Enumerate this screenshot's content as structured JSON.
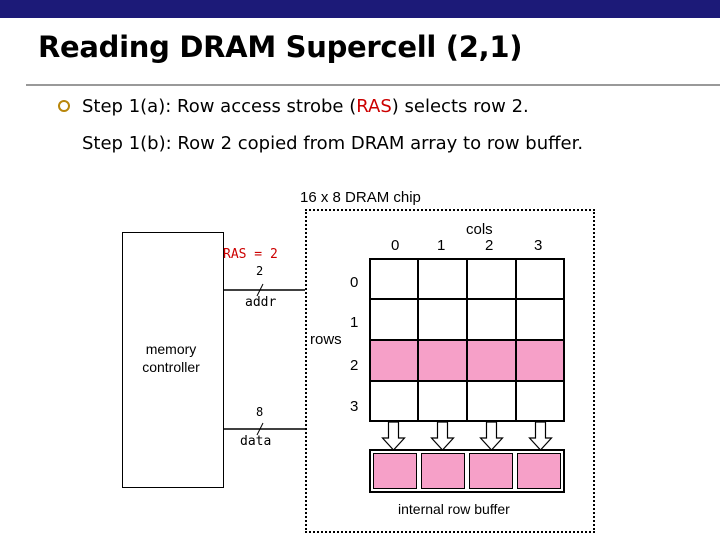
{
  "slide": {
    "title": "Reading DRAM Supercell (2,1)",
    "step1_pre": "Step 1(a): Row access strobe (",
    "step1_em": "RAS",
    "step1_post": ") selects row 2.",
    "step2": "Step 1(b): Row 2 copied from DRAM array to row buffer."
  },
  "colors": {
    "header_bar": "#1c1a78",
    "highlight": "#f6a0c8",
    "emphasis": "#cc0000",
    "bullet": "#b8860b"
  },
  "diagram": {
    "chip_label": "16 x 8 DRAM chip",
    "controller_label_line1": "memory",
    "controller_label_line2": "controller",
    "ras_label": "RAS = 2",
    "addr_width": "2",
    "addr_label": "addr",
    "data_width": "8",
    "data_label": "data",
    "cols_label": "cols",
    "rows_label": "rows",
    "col_indices": [
      "0",
      "1",
      "2",
      "3"
    ],
    "row_indices": [
      "0",
      "1",
      "2",
      "3"
    ],
    "selected_row": 2,
    "buffer_label": "internal row buffer"
  }
}
